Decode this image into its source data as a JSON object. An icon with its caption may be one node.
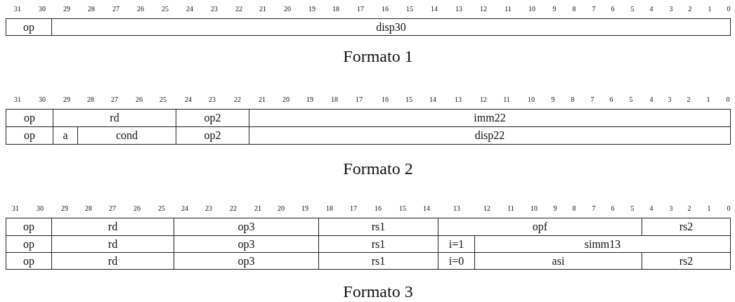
{
  "diagram": {
    "nodes": [
      {
        "text": [
          "op"
        ]
      },
      {
        "text": [
          "disp30"
        ]
      },
      {
        "text": [
          "op"
        ]
      },
      {
        "text": [
          "rd"
        ]
      },
      {
        "text": [
          "op2"
        ]
      },
      {
        "text": [
          "imm22"
        ]
      },
      {
        "text": [
          "op"
        ]
      },
      {
        "text": [
          "a"
        ]
      },
      {
        "text": [
          "cond"
        ]
      },
      {
        "text": [
          "op2"
        ]
      },
      {
        "text": [
          "disp22"
        ]
      },
      {
        "text": [
          "op"
        ]
      },
      {
        "text": [
          "rd"
        ]
      },
      {
        "text": [
          "op3"
        ]
      },
      {
        "text": [
          "rs1"
        ]
      },
      {
        "text": [
          "opf"
        ]
      },
      {
        "text": [
          "rs2"
        ]
      },
      {
        "text": [
          "op"
        ]
      },
      {
        "text": [
          "rd"
        ]
      },
      {
        "text": [
          "op3"
        ]
      },
      {
        "text": [
          "rs1"
        ]
      },
      {
        "text": [
          "i=1"
        ]
      },
      {
        "text": [
          "simm13"
        ]
      },
      {
        "text": [
          "op"
        ]
      },
      {
        "text": [
          "rd"
        ]
      },
      {
        "text": [
          "op3"
        ]
      },
      {
        "text": [
          "rs1"
        ]
      },
      {
        "text": [
          "i=0"
        ]
      },
      {
        "text": [
          "asi"
        ]
      },
      {
        "text": [
          "rs2"
        ]
      }
    ],
    "labels": [
      "31",
      "30",
      "29",
      "28",
      "27",
      "26",
      "25",
      "24",
      "23",
      "22",
      "21",
      "20",
      "19",
      "18",
      "17",
      "16",
      "15",
      "14",
      "13",
      "12",
      "11",
      "10",
      "9",
      "8",
      "7",
      "6",
      "5",
      "4",
      "3",
      "2",
      "1",
      "0",
      "Formato 1",
      "31",
      "30",
      "29",
      "28",
      "27",
      "26",
      "25",
      "24",
      "23",
      "22",
      "21",
      "20",
      "19",
      "18",
      "17",
      "16",
      "15",
      "14",
      "13",
      "12",
      "11",
      "10",
      "9",
      "8",
      "7",
      "6",
      "5",
      "4",
      "3",
      "2",
      "1",
      "0",
      "Formato 2",
      "31",
      "30",
      "29",
      "28",
      "27",
      "26",
      "25",
      "24",
      "23",
      "22",
      "21",
      "20",
      "19",
      "18",
      "17",
      "16",
      "15",
      "14",
      "13",
      "12",
      "11",
      "10",
      "9",
      "8",
      "7",
      "6",
      "5",
      "4",
      "3",
      "2",
      "1",
      "0",
      "Formato 3"
    ]
  }
}
